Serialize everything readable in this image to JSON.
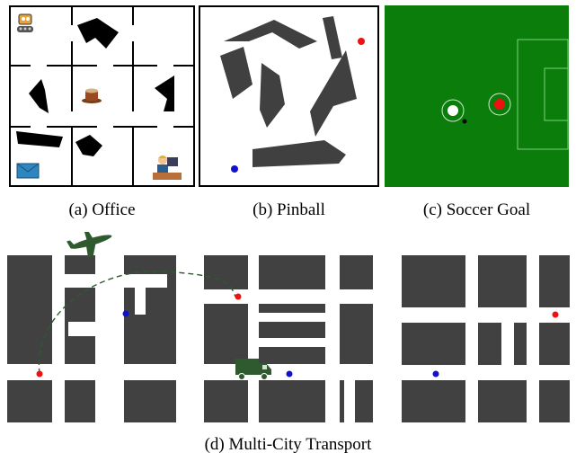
{
  "captions": {
    "office": "(a) Office",
    "pinball": "(b) Pinball",
    "soccer": "(c) Soccer Goal",
    "transport": "(d) Multi-City Transport"
  },
  "icons": {
    "office": [
      "robot-icon",
      "coffee-cup-icon",
      "mail-envelope-icon",
      "office-worker-icon"
    ],
    "pinball": [
      "red-ball-icon",
      "blue-ball-icon"
    ],
    "soccer": [
      "soccer-ball-icon",
      "red-player-icon"
    ],
    "transport": [
      "airplane-icon",
      "truck-icon",
      "red-dot-icon",
      "blue-dot-icon"
    ]
  },
  "colors": {
    "obstacle": "#404040",
    "field_green": "#0a7d0a",
    "city_dark": "#414141",
    "red_marker": "#ee1111",
    "blue_marker": "#1111cc",
    "vehicle_green": "#2f5a2f"
  }
}
